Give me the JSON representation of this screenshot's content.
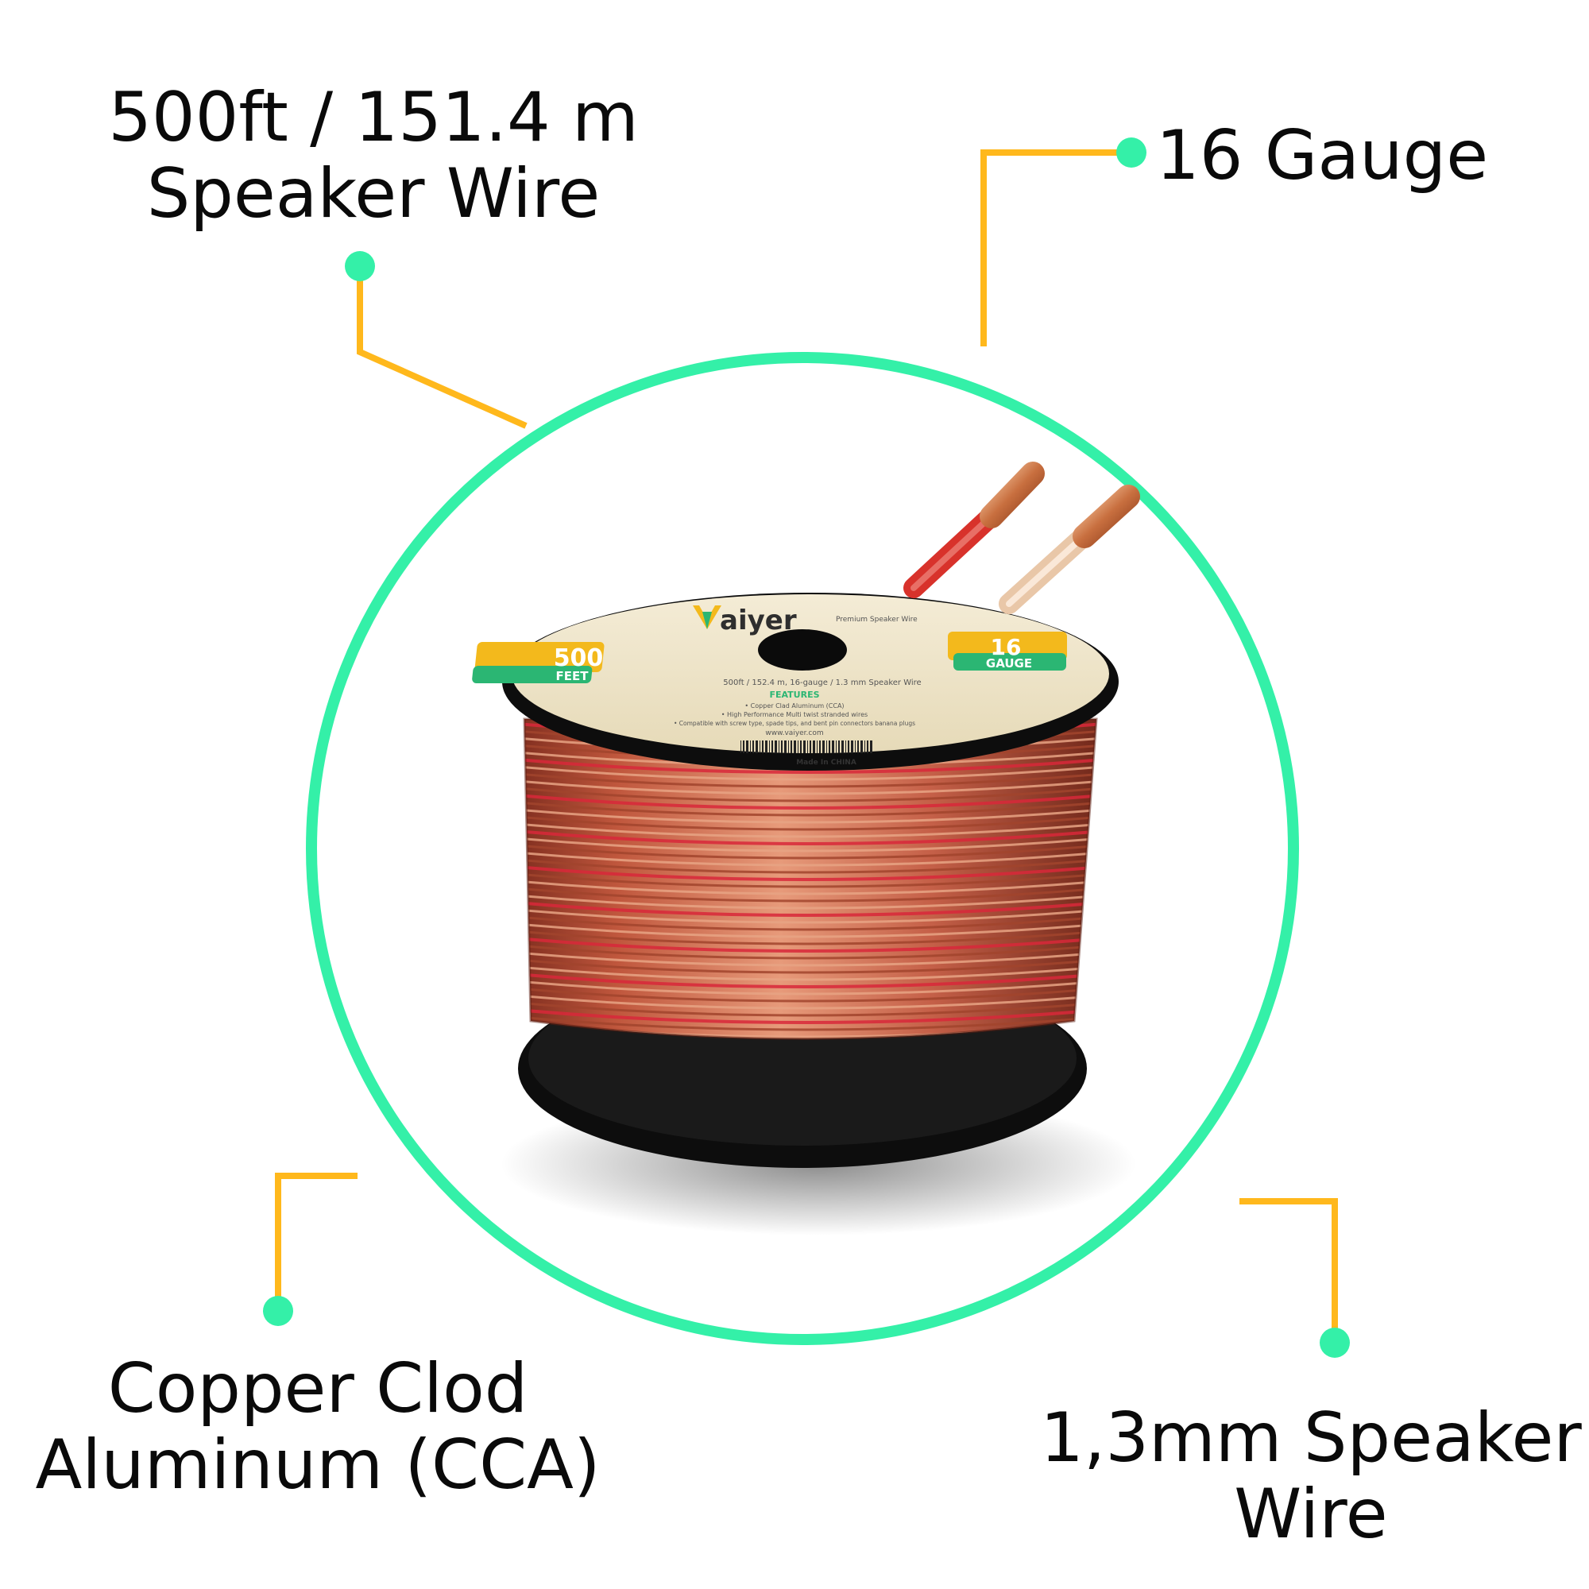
{
  "colors": {
    "ring": "#34F0A8",
    "leader": "#FFB81C",
    "dot": "#34F0A8",
    "text": "#0A0A0A",
    "background": "#FFFFFF"
  },
  "callouts": {
    "length": {
      "line1": "500ft / 151.4 m",
      "line2": "Speaker Wire"
    },
    "gauge": {
      "line1": "16 Gauge"
    },
    "material": {
      "line1": "Copper Clod",
      "line2": "Aluminum (CCA)"
    },
    "diameter": {
      "line1": "1,3mm Speaker",
      "line2": "Wire"
    }
  },
  "product_label": {
    "brand": "aiyer",
    "brand_tagline": "Premium Speaker Wire",
    "badge_left_number": "500",
    "badge_left_unit": "FEET",
    "badge_right_number": "16",
    "badge_right_unit": "GAUGE",
    "spec_line": "500ft / 152.4 m, 16-gauge / 1.3 mm Speaker Wire",
    "features_heading": "FEATURES",
    "feature_1": "• Copper Clad Aluminum (CCA)",
    "feature_2": "• High Performance Multi twist stranded wires",
    "feature_3": "• Compatible with screw type, spade tips, and bent pin connectors banana plugs",
    "website": "www.vaiyer.com",
    "made_in": "Made In CHINA"
  }
}
